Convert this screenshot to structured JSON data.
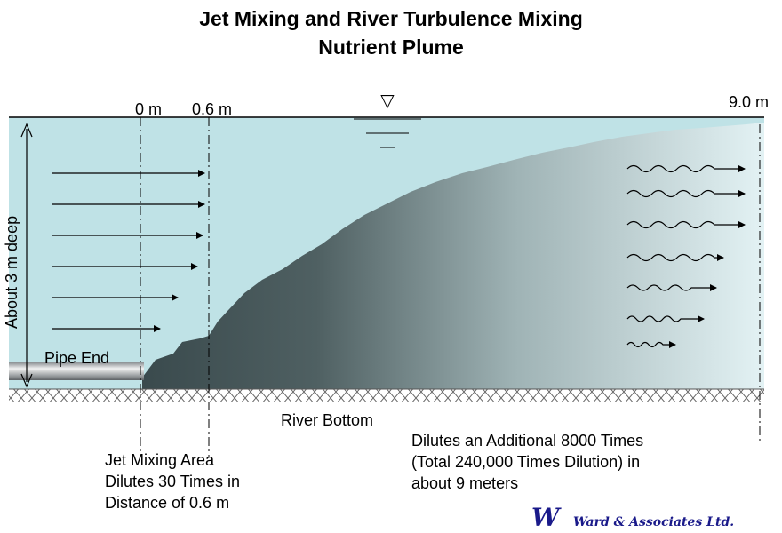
{
  "title": {
    "line1": "Jet Mixing and River Turbulence Mixing",
    "line2": "Nutrient Plume"
  },
  "distance_markers": {
    "start": "0 m",
    "jet_end": "0.6 m",
    "end": "9.0 m"
  },
  "water_surface_symbol": "▽",
  "depth_label": "About 3 m deep",
  "pipe_label": "Pipe End",
  "bottom_label": "River Bottom",
  "jet_note": [
    "Jet Mixing Area",
    "Dilutes 30 Times in",
    "Distance of 0.6 m"
  ],
  "river_note": [
    "Dilutes an Additional 8000 Times",
    "(Total 240,000 Times Dilution) in",
    "about 9 meters"
  ],
  "logo": {
    "mark": "W",
    "text": "Ward & Associates Ltd."
  },
  "colors": {
    "water": "#bfe2e6",
    "plume_dark": "#3a4a4d",
    "plume_light": "#dff0f2",
    "logo": "#1a1a8a"
  }
}
